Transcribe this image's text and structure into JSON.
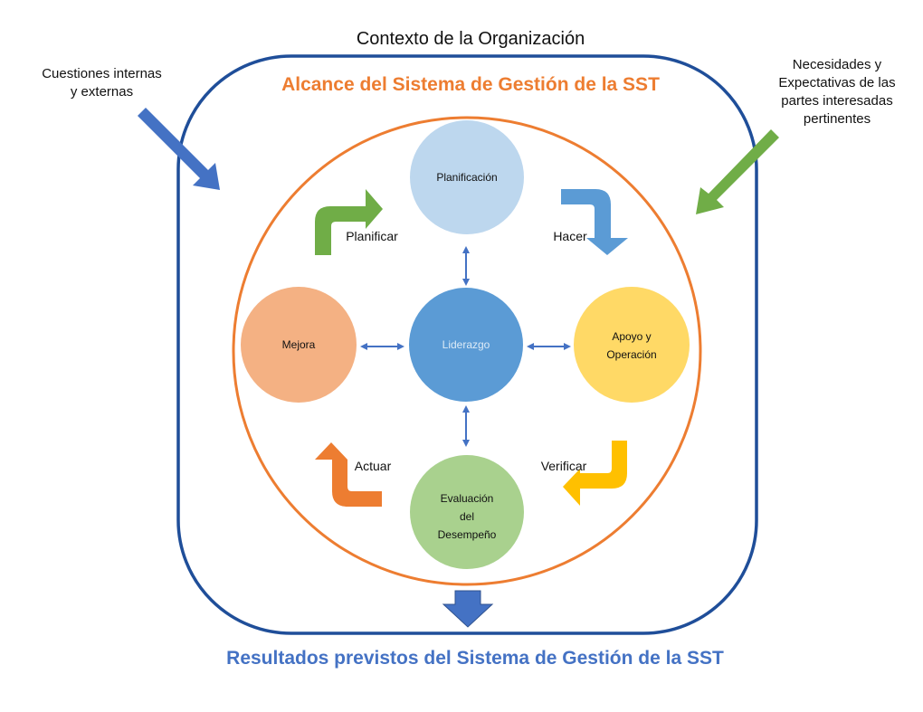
{
  "titles": {
    "context": "Contexto de la Organización",
    "scope": "Alcance del Sistema de Gestión de la SST",
    "results": "Resultados previstos del Sistema de Gestión de la SST"
  },
  "inputs": {
    "left": "Cuestiones internas\ny externas",
    "right": "Necesidades y\nExpectativas de las\npartes interesadas\npertinentes"
  },
  "nodes": {
    "planning": {
      "label": "Planificación",
      "color": "#BDD7EE"
    },
    "leadership": {
      "label": "Liderazgo",
      "color": "#5B9BD5",
      "text_color": "#DDEBF7"
    },
    "improvement": {
      "label": "Mejora",
      "color": "#F4B183"
    },
    "support": {
      "label": "Apoyo y\nOperación",
      "color": "#FFD966"
    },
    "evaluation": {
      "label": "Evaluación\ndel\nDesempeño",
      "color": "#A9D18E"
    }
  },
  "phases": {
    "plan": {
      "label": "Planificar",
      "color": "#70AD47"
    },
    "do": {
      "label": "Hacer",
      "color": "#5B9BD5"
    },
    "check": {
      "label": "Verificar",
      "color": "#FFC000"
    },
    "act": {
      "label": "Actuar",
      "color": "#ED7D31"
    }
  },
  "colors": {
    "context_border": "#1F4E99",
    "scope_border": "#ED7D31",
    "connector": "#4472C4",
    "input_left_arrow": "#4472C4",
    "input_right_arrow": "#70AD47",
    "output_arrow": "#4472C4"
  }
}
